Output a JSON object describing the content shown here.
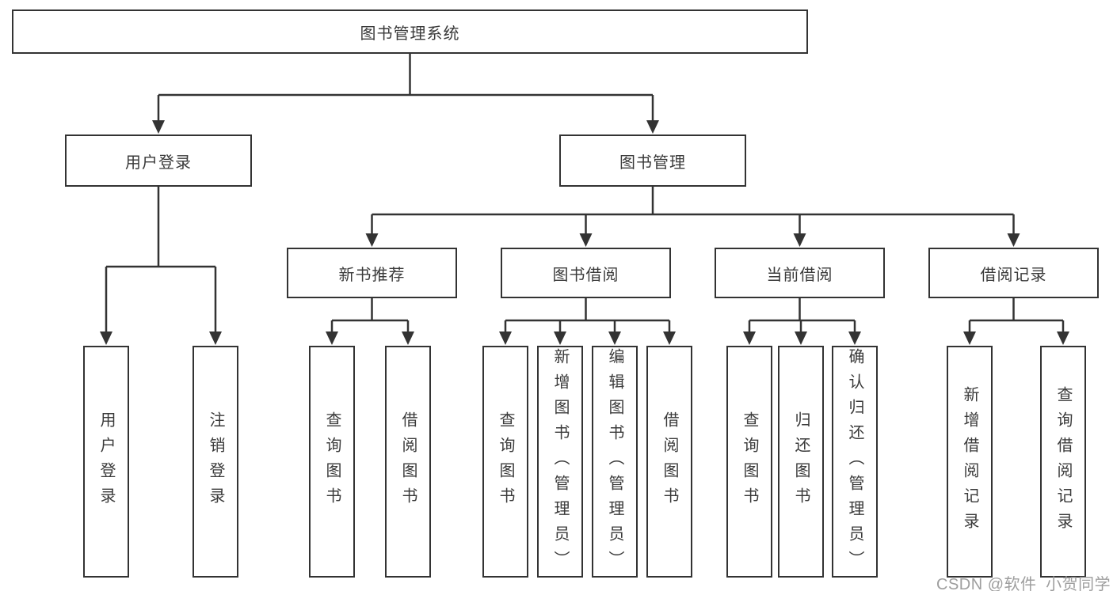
{
  "diagram": {
    "root": "图书管理系统",
    "level2": [
      "用户登录",
      "图书管理"
    ],
    "level3": [
      "新书推荐",
      "图书借阅",
      "当前借阅",
      "借阅记录"
    ],
    "leaves_user_login": [
      "用户登录",
      "注销登录"
    ],
    "leaves_new_book": [
      "查询图书",
      "借阅图书"
    ],
    "leaves_book_borrow": [
      "查询图书",
      "新增图书（管理员）",
      "编辑图书（管理员）",
      "借阅图书"
    ],
    "leaves_current_borrow": [
      "查询图书",
      "归还图书",
      "确认归还（管理员）"
    ],
    "leaves_borrow_record": [
      "新增借阅记录",
      "查询借阅记录"
    ]
  },
  "watermark": "CSDN @软件_小贺同学",
  "colors": {
    "line": "#333333",
    "text": "#3a3a3a",
    "box_bg": "#ffffff",
    "background": "#ffffff",
    "watermark": "#9e9e9e"
  }
}
